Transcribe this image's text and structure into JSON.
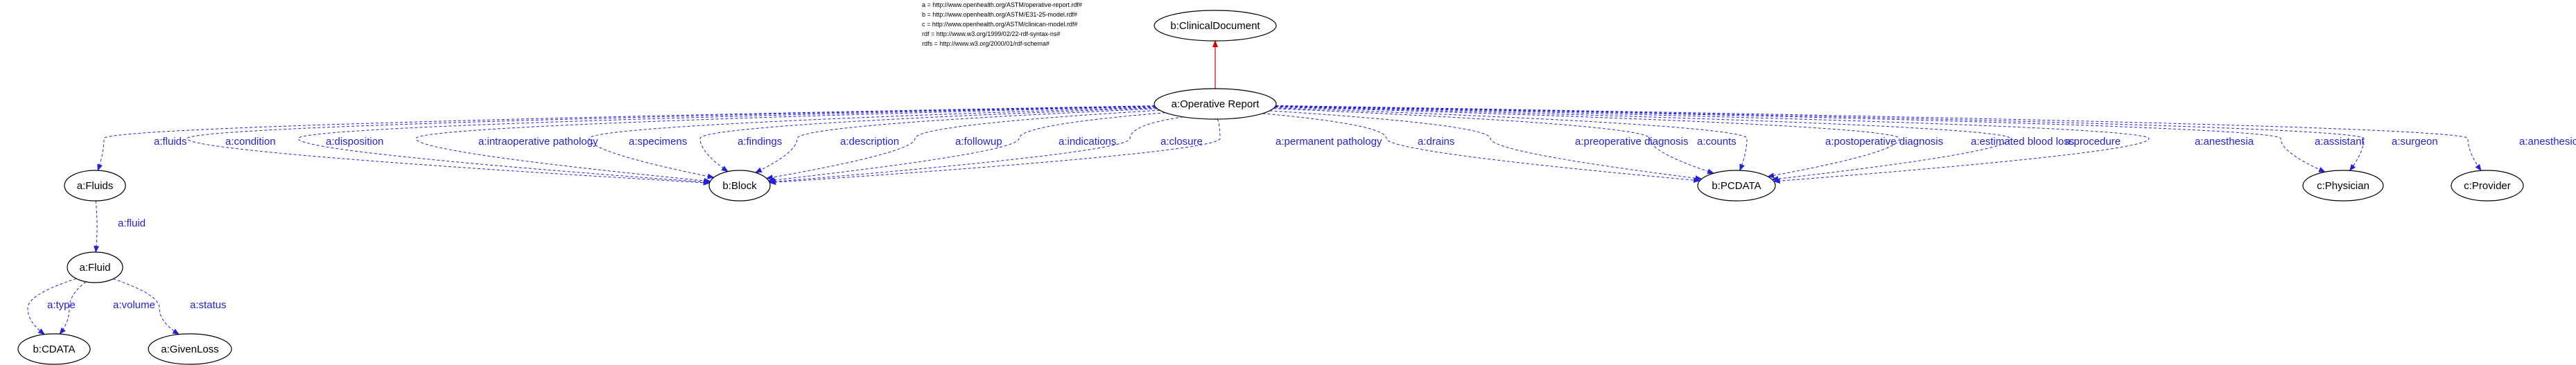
{
  "colors": {
    "node_stroke": "#000000",
    "property_edge": "#2222dd",
    "subclass_edge": "#cc0000",
    "background": "#ffffff"
  },
  "namespaces": [
    "a = http://www.openhealth.org/ASTM/operative-report.rdf#",
    "b = http://www.openhealth.org/ASTM/E31-25-model.rdf#",
    "c = http://www.openhealth.org/ASTM/clinican-model.rdf#",
    "rdf = http://www.w3.org/1999/02/22-rdf-syntax-ns#",
    "rdfs = http://www.w3.org/2000/01/rdf-schema#"
  ],
  "nodes": [
    {
      "id": "clinical_document",
      "label": "b:ClinicalDocument"
    },
    {
      "id": "operative_report",
      "label": "a:Operative Report"
    },
    {
      "id": "fluids",
      "label": "a:Fluids"
    },
    {
      "id": "block",
      "label": "b:Block"
    },
    {
      "id": "pcdata",
      "label": "b:PCDATA"
    },
    {
      "id": "physician",
      "label": "c:Physician"
    },
    {
      "id": "provider",
      "label": "c:Provider"
    },
    {
      "id": "fluid",
      "label": "a:Fluid"
    },
    {
      "id": "cdata",
      "label": "b:CDATA"
    },
    {
      "id": "given_loss",
      "label": "a:GivenLoss"
    }
  ],
  "edges": [
    {
      "from": "operative_report",
      "to": "clinical_document",
      "label": "",
      "kind": "subclass"
    },
    {
      "from": "operative_report",
      "to": "fluids",
      "label": "a:fluids",
      "kind": "property"
    },
    {
      "from": "operative_report",
      "to": "block",
      "label": "a:condition",
      "kind": "property"
    },
    {
      "from": "operative_report",
      "to": "block",
      "label": "a:disposition",
      "kind": "property"
    },
    {
      "from": "operative_report",
      "to": "block",
      "label": "a:intraoperative pathology",
      "kind": "property"
    },
    {
      "from": "operative_report",
      "to": "block",
      "label": "a:specimens",
      "kind": "property"
    },
    {
      "from": "operative_report",
      "to": "block",
      "label": "a:findings",
      "kind": "property"
    },
    {
      "from": "operative_report",
      "to": "block",
      "label": "a:description",
      "kind": "property"
    },
    {
      "from": "operative_report",
      "to": "block",
      "label": "a:followup",
      "kind": "property"
    },
    {
      "from": "operative_report",
      "to": "block",
      "label": "a:indications",
      "kind": "property"
    },
    {
      "from": "operative_report",
      "to": "block",
      "label": "a:closure",
      "kind": "property"
    },
    {
      "from": "operative_report",
      "to": "block",
      "label": "a:permanent pathology",
      "kind": "property"
    },
    {
      "from": "operative_report",
      "to": "pcdata",
      "label": "a:drains",
      "kind": "property"
    },
    {
      "from": "operative_report",
      "to": "pcdata",
      "label": "a:preoperative diagnosis",
      "kind": "property"
    },
    {
      "from": "operative_report",
      "to": "pcdata",
      "label": "a:counts",
      "kind": "property"
    },
    {
      "from": "operative_report",
      "to": "pcdata",
      "label": "a:postoperative diagnosis",
      "kind": "property"
    },
    {
      "from": "operative_report",
      "to": "pcdata",
      "label": "a:estimated blood loss",
      "kind": "property"
    },
    {
      "from": "operative_report",
      "to": "pcdata",
      "label": "a:procedure",
      "kind": "property"
    },
    {
      "from": "operative_report",
      "to": "pcdata",
      "label": "a:anesthesia",
      "kind": "property"
    },
    {
      "from": "operative_report",
      "to": "physician",
      "label": "a:assistant",
      "kind": "property"
    },
    {
      "from": "operative_report",
      "to": "physician",
      "label": "a:surgeon",
      "kind": "property"
    },
    {
      "from": "operative_report",
      "to": "provider",
      "label": "a:anesthesiologist",
      "kind": "property"
    },
    {
      "from": "fluids",
      "to": "fluid",
      "label": "a:fluid",
      "kind": "property"
    },
    {
      "from": "fluid",
      "to": "cdata",
      "label": "a:type",
      "kind": "property"
    },
    {
      "from": "fluid",
      "to": "cdata",
      "label": "a:volume",
      "kind": "property"
    },
    {
      "from": "fluid",
      "to": "given_loss",
      "label": "a:status",
      "kind": "property"
    }
  ]
}
